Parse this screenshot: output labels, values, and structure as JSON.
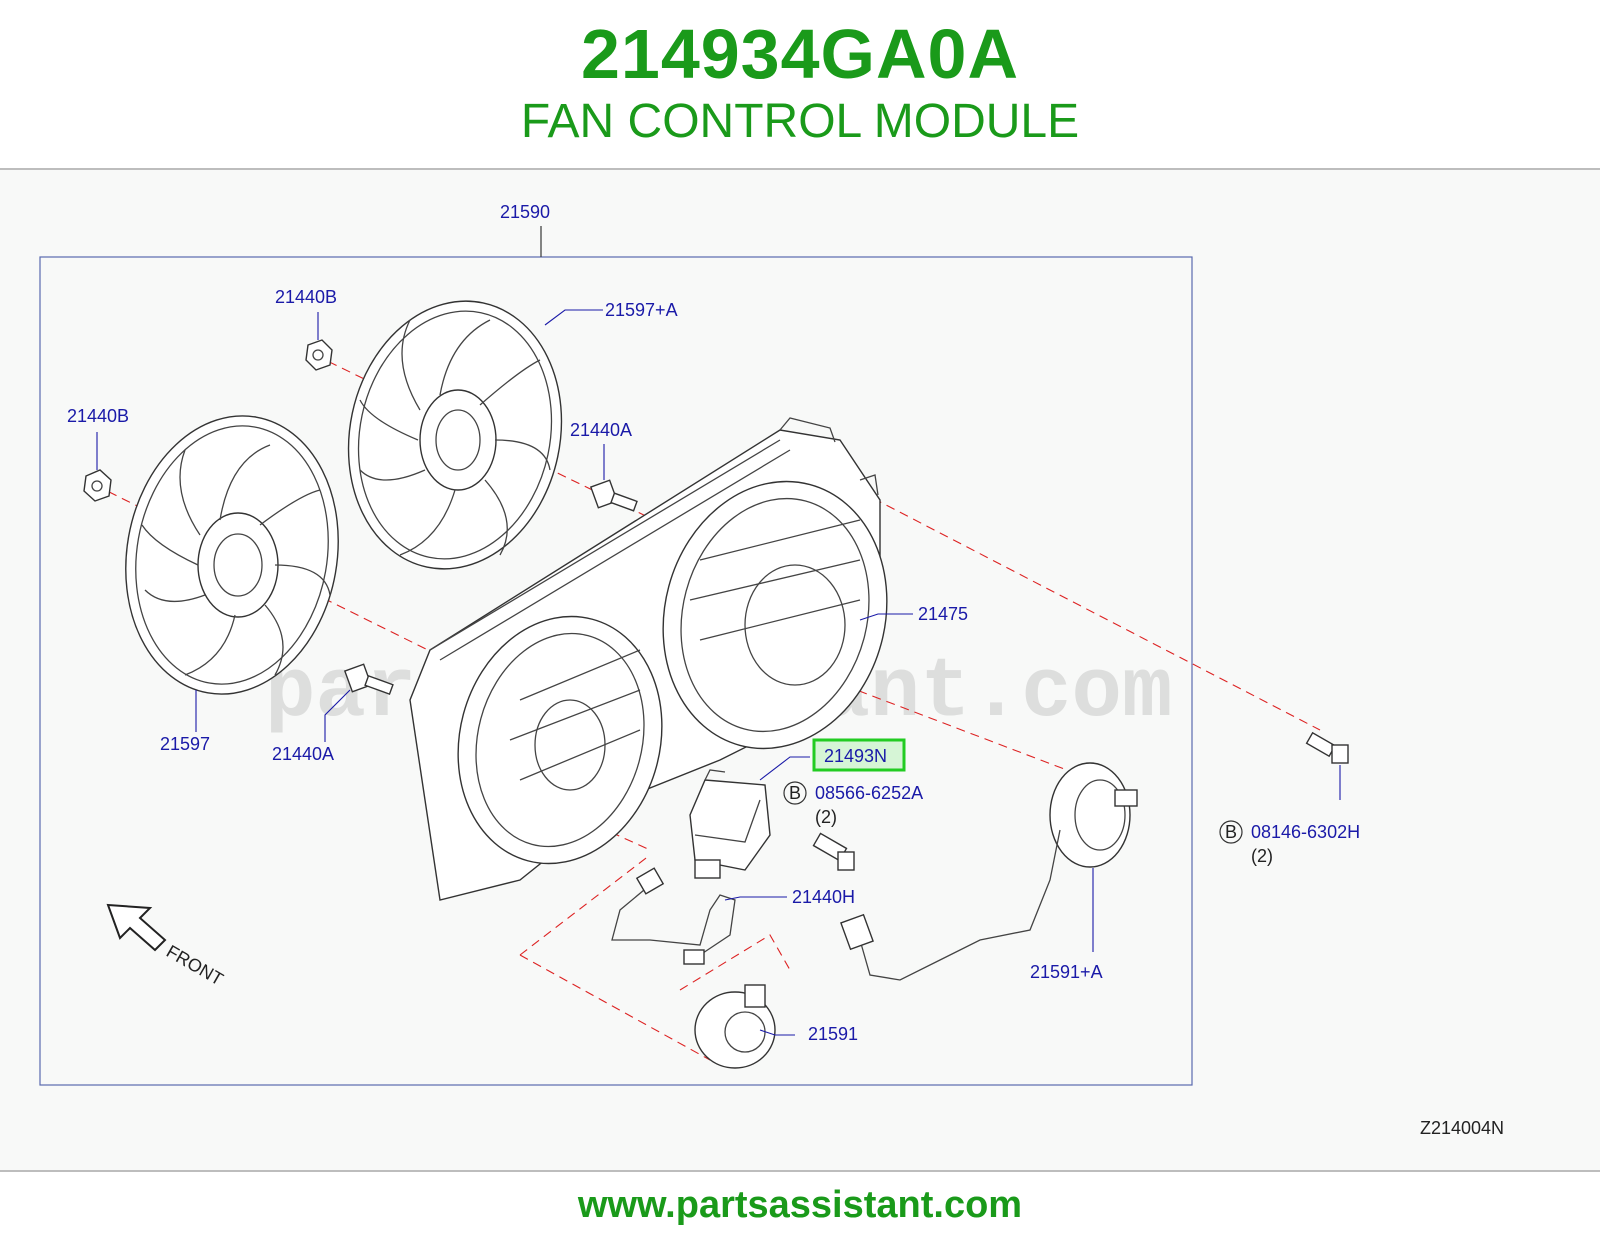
{
  "header": {
    "part_number": "214934GA0A",
    "part_name": "FAN CONTROL MODULE"
  },
  "diagram": {
    "assembly_label": "21590",
    "watermark": "partsassistant.com",
    "diagram_code": "Z214004N",
    "front_label": "FRONT",
    "callouts": [
      {
        "id": "21440B_top",
        "text": "21440B"
      },
      {
        "id": "21597A",
        "text": "21597+A"
      },
      {
        "id": "21440B_left",
        "text": "21440B"
      },
      {
        "id": "21440A_top",
        "text": "21440A"
      },
      {
        "id": "21475",
        "text": "21475"
      },
      {
        "id": "21597",
        "text": "21597"
      },
      {
        "id": "21440A_bottom",
        "text": "21440A"
      },
      {
        "id": "21493N",
        "text": "21493N",
        "highlighted": true
      },
      {
        "id": "08566",
        "text": "08566-6252A",
        "marker": "B",
        "qty": "(2)"
      },
      {
        "id": "08146",
        "text": "08146-6302H",
        "marker": "B",
        "qty": "(2)"
      },
      {
        "id": "21440H",
        "text": "21440H"
      },
      {
        "id": "21591A",
        "text": "21591+A"
      },
      {
        "id": "21591",
        "text": "21591"
      }
    ]
  },
  "footer": {
    "url": "www.partsassistant.com"
  },
  "colors": {
    "brand_green": "#1a9a1a",
    "callout_blue": "#1a1aa8",
    "highlight_green": "#22cc22",
    "leader_red": "#dd2222"
  }
}
